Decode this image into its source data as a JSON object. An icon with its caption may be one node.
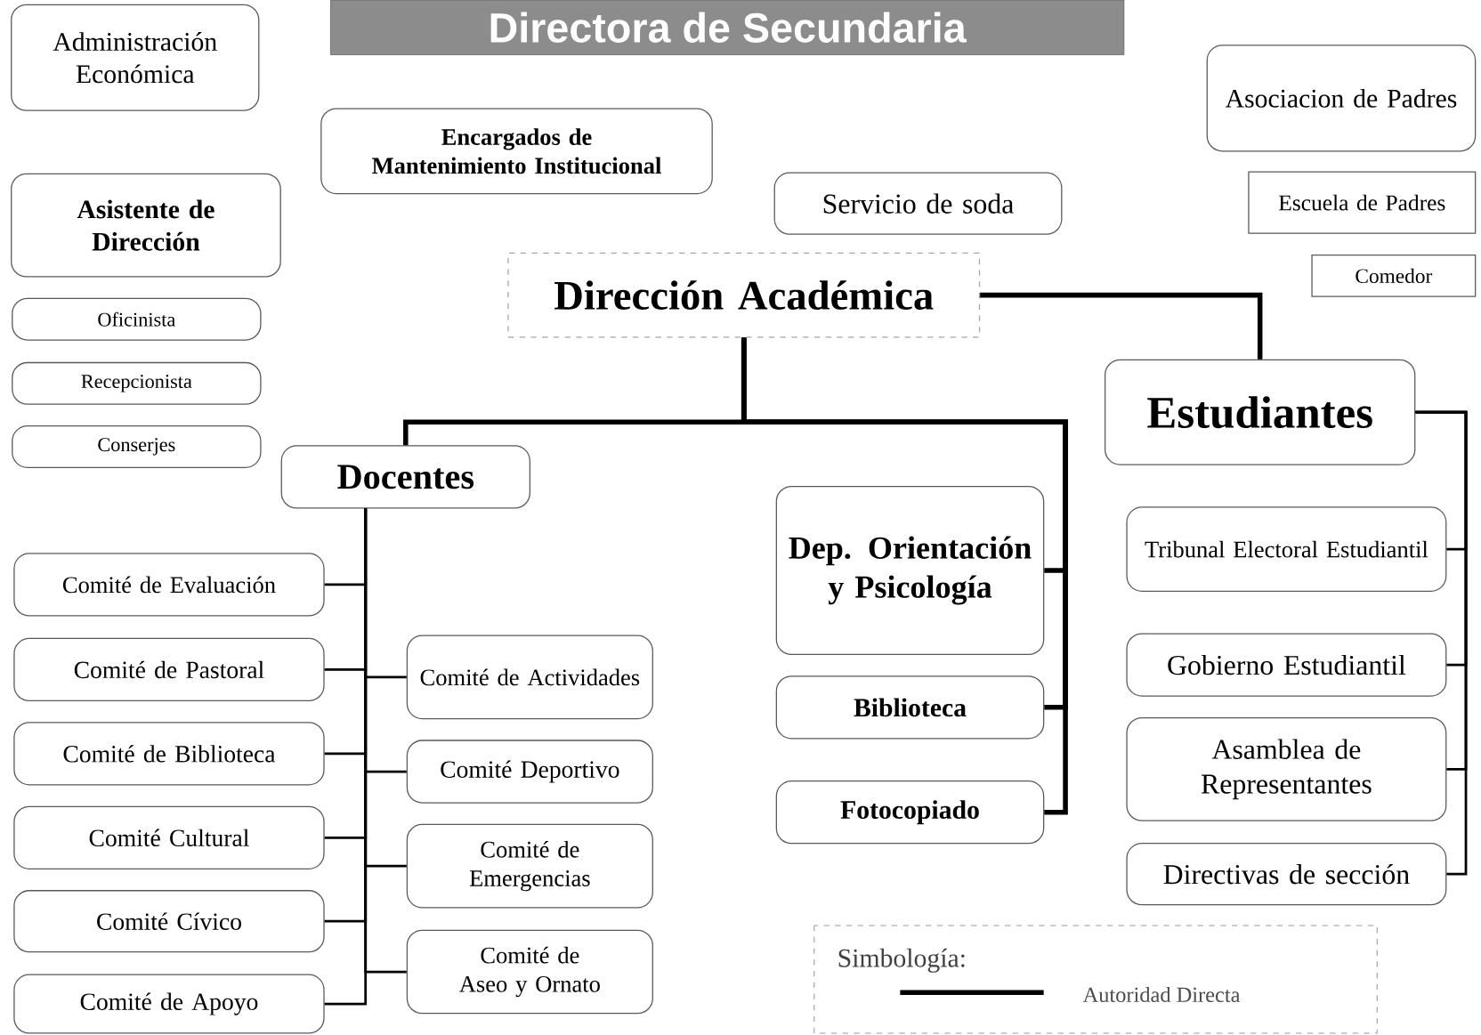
{
  "diagram": {
    "title": "Directora de Secundaria",
    "nodes": [
      {
        "text": [
          "Administración Económica"
        ]
      },
      {
        "text": [
          "Encargados de Mantenimiento Institucional"
        ]
      },
      {
        "text": [
          "Asociacion de Padres"
        ]
      },
      {
        "text": [
          "Asistente de Dirección"
        ]
      },
      {
        "text": [
          "Servicio de soda"
        ]
      },
      {
        "text": [
          "Escuela de Padres"
        ]
      },
      {
        "text": [
          "Dirección Académica"
        ]
      },
      {
        "text": [
          "Comedor"
        ]
      },
      {
        "text": [
          "Oficinista"
        ]
      },
      {
        "text": [
          "Recepcionista"
        ]
      },
      {
        "text": [
          "Conserjes"
        ]
      },
      {
        "text": [
          "Estudiantes"
        ]
      },
      {
        "text": [
          "Docentes"
        ]
      },
      {
        "text": [
          "Dep. Orientación y Psicología"
        ]
      },
      {
        "text": [
          "Comité de Evaluación"
        ]
      },
      {
        "text": [
          "Tribunal Electoral Estudiantil"
        ]
      },
      {
        "text": [
          "Comité de Pastoral"
        ]
      },
      {
        "text": [
          "Comité de Actividades"
        ]
      },
      {
        "text": [
          "Gobierno Estudiantil"
        ]
      },
      {
        "text": [
          "Biblioteca"
        ]
      },
      {
        "text": [
          "Comité de Biblioteca"
        ]
      },
      {
        "text": [
          "Comité Deportivo"
        ]
      },
      {
        "text": [
          "Asamblea de Representantes"
        ]
      },
      {
        "text": [
          "Comité Cultural"
        ]
      },
      {
        "text": [
          "Fotocopiado"
        ]
      },
      {
        "text": [
          "Comité de Emergencias"
        ]
      },
      {
        "text": [
          "Directivas de sección"
        ]
      },
      {
        "text": [
          "Comité Cívico"
        ]
      },
      {
        "text": [
          "Comité de Aseo y Ornato"
        ]
      },
      {
        "text": [
          "Comité de Apoyo"
        ]
      }
    ],
    "edges": [
      {
        "from": 6,
        "to": 12,
        "arrow": "none",
        "style": "thick"
      },
      {
        "from": 6,
        "to": 13,
        "arrow": "none",
        "style": "thick"
      },
      {
        "from": 6,
        "to": 19,
        "arrow": "none",
        "style": "thick"
      },
      {
        "from": 6,
        "to": 24,
        "arrow": "none",
        "style": "thick"
      },
      {
        "from": 6,
        "to": 11,
        "arrow": "none",
        "style": "thick"
      },
      {
        "from": 12,
        "to": 14,
        "arrow": "none"
      },
      {
        "from": 12,
        "to": 16,
        "arrow": "none"
      },
      {
        "from": 12,
        "to": 20,
        "arrow": "none"
      },
      {
        "from": 12,
        "to": 23,
        "arrow": "none"
      },
      {
        "from": 12,
        "to": 27,
        "arrow": "none"
      },
      {
        "from": 12,
        "to": 29,
        "arrow": "none"
      },
      {
        "from": 12,
        "to": 17,
        "arrow": "none"
      },
      {
        "from": 12,
        "to": 21,
        "arrow": "none"
      },
      {
        "from": 12,
        "to": 25,
        "arrow": "none"
      },
      {
        "from": 12,
        "to": 28,
        "arrow": "none"
      },
      {
        "from": 11,
        "to": 15,
        "arrow": "none"
      },
      {
        "from": 11,
        "to": 18,
        "arrow": "none"
      },
      {
        "from": 11,
        "to": 22,
        "arrow": "none"
      },
      {
        "from": 11,
        "to": 26,
        "arrow": "none"
      }
    ],
    "labels": [
      "Simbología:"
    ],
    "legend": [
      {
        "text": "Autoridad Directa"
      }
    ]
  }
}
